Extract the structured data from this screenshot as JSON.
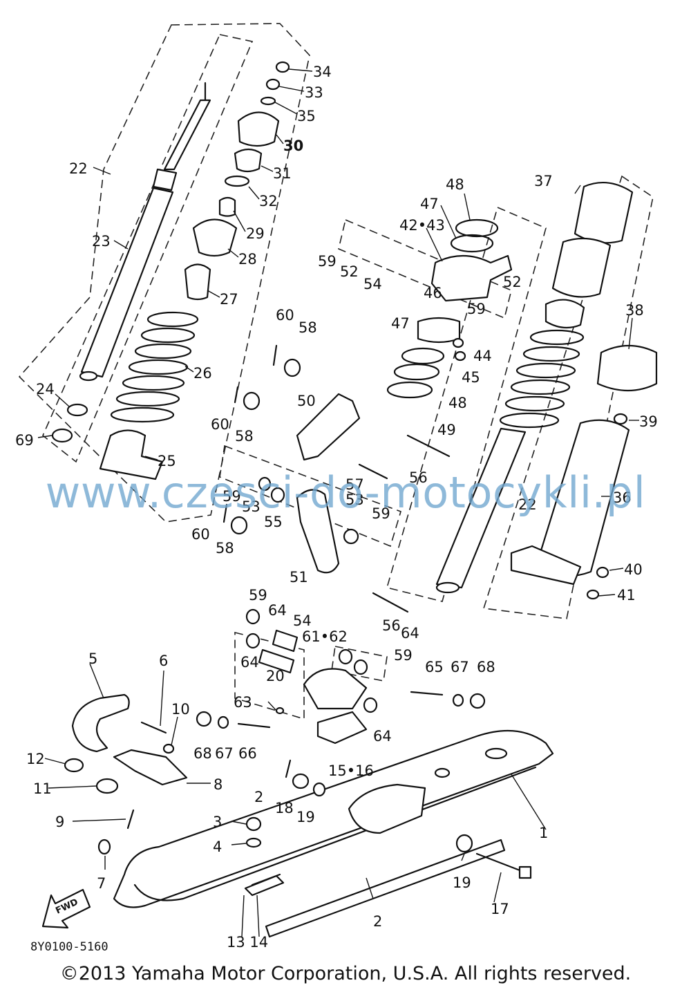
{
  "diagram": {
    "part_labels": [
      {
        "id": "34",
        "text": "34"
      },
      {
        "id": "33",
        "text": "33"
      },
      {
        "id": "35",
        "text": "35"
      },
      {
        "id": "30",
        "text": "30"
      },
      {
        "id": "22a",
        "text": "22"
      },
      {
        "id": "31",
        "text": "31"
      },
      {
        "id": "32",
        "text": "32"
      },
      {
        "id": "29",
        "text": "29"
      },
      {
        "id": "23",
        "text": "23"
      },
      {
        "id": "28",
        "text": "28"
      },
      {
        "id": "27",
        "text": "27"
      },
      {
        "id": "26",
        "text": "26"
      },
      {
        "id": "24",
        "text": "24"
      },
      {
        "id": "69",
        "text": "69"
      },
      {
        "id": "25",
        "text": "25"
      },
      {
        "id": "48a",
        "text": "48"
      },
      {
        "id": "47a",
        "text": "47"
      },
      {
        "id": "4243",
        "text": "42•43"
      },
      {
        "id": "59a",
        "text": "59"
      },
      {
        "id": "52a",
        "text": "52"
      },
      {
        "id": "54a",
        "text": "54"
      },
      {
        "id": "52b",
        "text": "52"
      },
      {
        "id": "59b",
        "text": "59"
      },
      {
        "id": "46",
        "text": "46"
      },
      {
        "id": "47b",
        "text": "47"
      },
      {
        "id": "44",
        "text": "44"
      },
      {
        "id": "45",
        "text": "45"
      },
      {
        "id": "48b",
        "text": "48"
      },
      {
        "id": "49",
        "text": "49"
      },
      {
        "id": "37",
        "text": "37"
      },
      {
        "id": "38",
        "text": "38"
      },
      {
        "id": "39",
        "text": "39"
      },
      {
        "id": "36",
        "text": "36"
      },
      {
        "id": "22b",
        "text": "22"
      },
      {
        "id": "40",
        "text": "40"
      },
      {
        "id": "41",
        "text": "41"
      },
      {
        "id": "60a",
        "text": "60"
      },
      {
        "id": "58a",
        "text": "58"
      },
      {
        "id": "50",
        "text": "50"
      },
      {
        "id": "60b",
        "text": "60"
      },
      {
        "id": "58b",
        "text": "58"
      },
      {
        "id": "56a",
        "text": "56"
      },
      {
        "id": "57",
        "text": "57"
      },
      {
        "id": "59c",
        "text": "59"
      },
      {
        "id": "53a",
        "text": "53"
      },
      {
        "id": "53b",
        "text": "53"
      },
      {
        "id": "55",
        "text": "55"
      },
      {
        "id": "59d",
        "text": "59"
      },
      {
        "id": "60c",
        "text": "60"
      },
      {
        "id": "58c",
        "text": "58"
      },
      {
        "id": "51",
        "text": "51"
      },
      {
        "id": "56b",
        "text": "56"
      },
      {
        "id": "59e",
        "text": "59"
      },
      {
        "id": "64a",
        "text": "64"
      },
      {
        "id": "54b",
        "text": "54"
      },
      {
        "id": "6162",
        "text": "61•62"
      },
      {
        "id": "64b",
        "text": "64"
      },
      {
        "id": "64c",
        "text": "64"
      },
      {
        "id": "59f",
        "text": "59"
      },
      {
        "id": "20",
        "text": "20"
      },
      {
        "id": "65",
        "text": "65"
      },
      {
        "id": "67a",
        "text": "67"
      },
      {
        "id": "68a",
        "text": "68"
      },
      {
        "id": "5",
        "text": "5"
      },
      {
        "id": "6",
        "text": "6"
      },
      {
        "id": "10",
        "text": "10"
      },
      {
        "id": "63",
        "text": "63"
      },
      {
        "id": "68b",
        "text": "68"
      },
      {
        "id": "67b",
        "text": "67"
      },
      {
        "id": "66",
        "text": "66"
      },
      {
        "id": "64d",
        "text": "64"
      },
      {
        "id": "12",
        "text": "12"
      },
      {
        "id": "11",
        "text": "11"
      },
      {
        "id": "8",
        "text": "8"
      },
      {
        "id": "1516",
        "text": "15•16"
      },
      {
        "id": "2a",
        "text": "2"
      },
      {
        "id": "18",
        "text": "18"
      },
      {
        "id": "19a",
        "text": "19"
      },
      {
        "id": "1",
        "text": "1"
      },
      {
        "id": "9",
        "text": "9"
      },
      {
        "id": "3",
        "text": "3"
      },
      {
        "id": "4",
        "text": "4"
      },
      {
        "id": "7",
        "text": "7"
      },
      {
        "id": "19b",
        "text": "19"
      },
      {
        "id": "17",
        "text": "17"
      },
      {
        "id": "2b",
        "text": "2"
      },
      {
        "id": "1314",
        "text": "13 14"
      }
    ],
    "fwd_label": "FWD",
    "diagram_code": "8Y0100-5160"
  },
  "watermark": "www.czesci-do-motocykli.pl",
  "copyright": "©2013 Yamaha Motor Corporation, U.S.A. All rights reserved."
}
